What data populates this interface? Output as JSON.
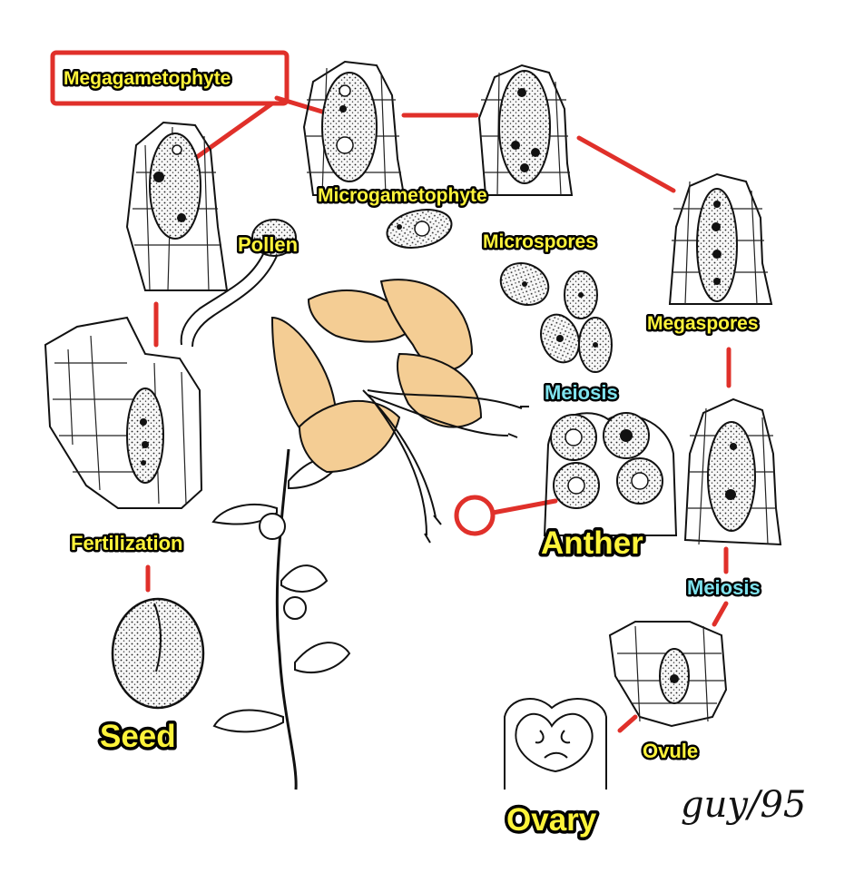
{
  "colors": {
    "accent": "#e0302a",
    "label_fill": "#fdf33a",
    "meiosis_fill": "#7fe3ee",
    "label_stroke": "#000000",
    "petal": "#f4cd94"
  },
  "labels": {
    "megagametophyte": "Megagametophyte",
    "microgametophyte": "Microgametophyte",
    "pollen": "Pollen",
    "microspores": "Microspores",
    "megaspores": "Megaspores",
    "meiosis_top": "Meiosis",
    "meiosis_bottom": "Meiosis",
    "anther": "Anther",
    "fertilization": "Fertilization",
    "seed": "Seed",
    "ovule": "Ovule",
    "ovary": "Ovary"
  },
  "signature": "guy/95"
}
